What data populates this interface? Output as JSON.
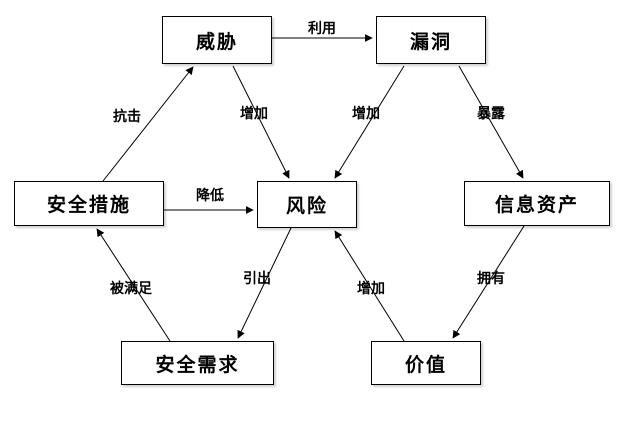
{
  "nodes": {
    "threat": "威胁",
    "vulnerability": "漏洞",
    "security_measures": "安全措施",
    "risk": "风险",
    "info_assets": "信息资产",
    "security_requirements": "安全需求",
    "value": "价值"
  },
  "edges": {
    "threat_exploits_vulnerability": "利用",
    "measures_counter_threat": "抗击",
    "threat_increases_risk": "增加",
    "vulnerability_increases_risk": "增加",
    "vulnerability_exposes_assets": "暴露",
    "measures_reduce_risk": "降低",
    "requirements_satisfied_by_measures": "被满足",
    "risk_derives_requirements": "引出",
    "value_increases_risk": "增加",
    "assets_have_value": "拥有"
  }
}
